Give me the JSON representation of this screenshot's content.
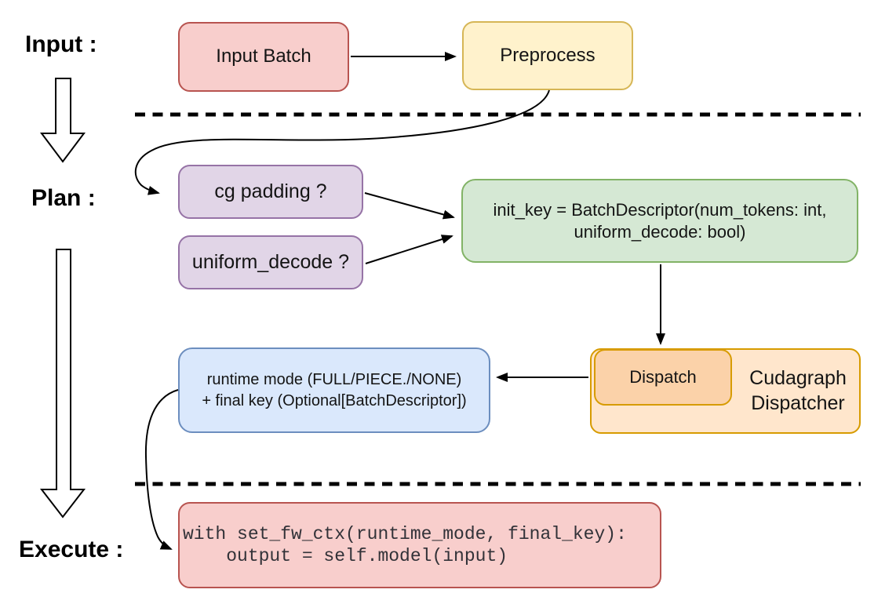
{
  "labels": {
    "input": "Input :",
    "plan": "Plan :",
    "execute": "Execute :"
  },
  "nodes": {
    "input_batch": "Input Batch",
    "preprocess": "Preprocess",
    "cg_padding": "cg padding ?",
    "uniform_decode": "uniform_decode ?",
    "init_key": {
      "line1": "init_key = BatchDescriptor(num_tokens: int,",
      "line2": "uniform_decode: bool)"
    },
    "dispatch": "Dispatch",
    "cudagraph_dispatcher": "Cudagraph Dispatcher",
    "runtime_mode": {
      "line1": "runtime mode (FULL/PIECE./NONE)",
      "line2": "+ final key (Optional[BatchDescriptor])"
    },
    "execute_code": {
      "lines": [
        "with set_fw_ctx(runtime_mode, final_key):",
        "    output = self.model(input)"
      ]
    }
  },
  "colors": {
    "red_fill": "#f8cecc",
    "red_stroke": "#b85450",
    "yellow_fill": "#fff2cc",
    "yellow_stroke": "#d6b656",
    "purple_fill": "#e1d5e7",
    "purple_stroke": "#9673a6",
    "green_fill": "#d5e8d4",
    "green_stroke": "#82b366",
    "blue_fill": "#dae8fc",
    "blue_stroke": "#6c8ebf",
    "orange_fill": "#ffe6cc",
    "orange_stroke": "#d79b00",
    "orange_inner_fill": "#fbd2a9",
    "connector": "#000000"
  }
}
